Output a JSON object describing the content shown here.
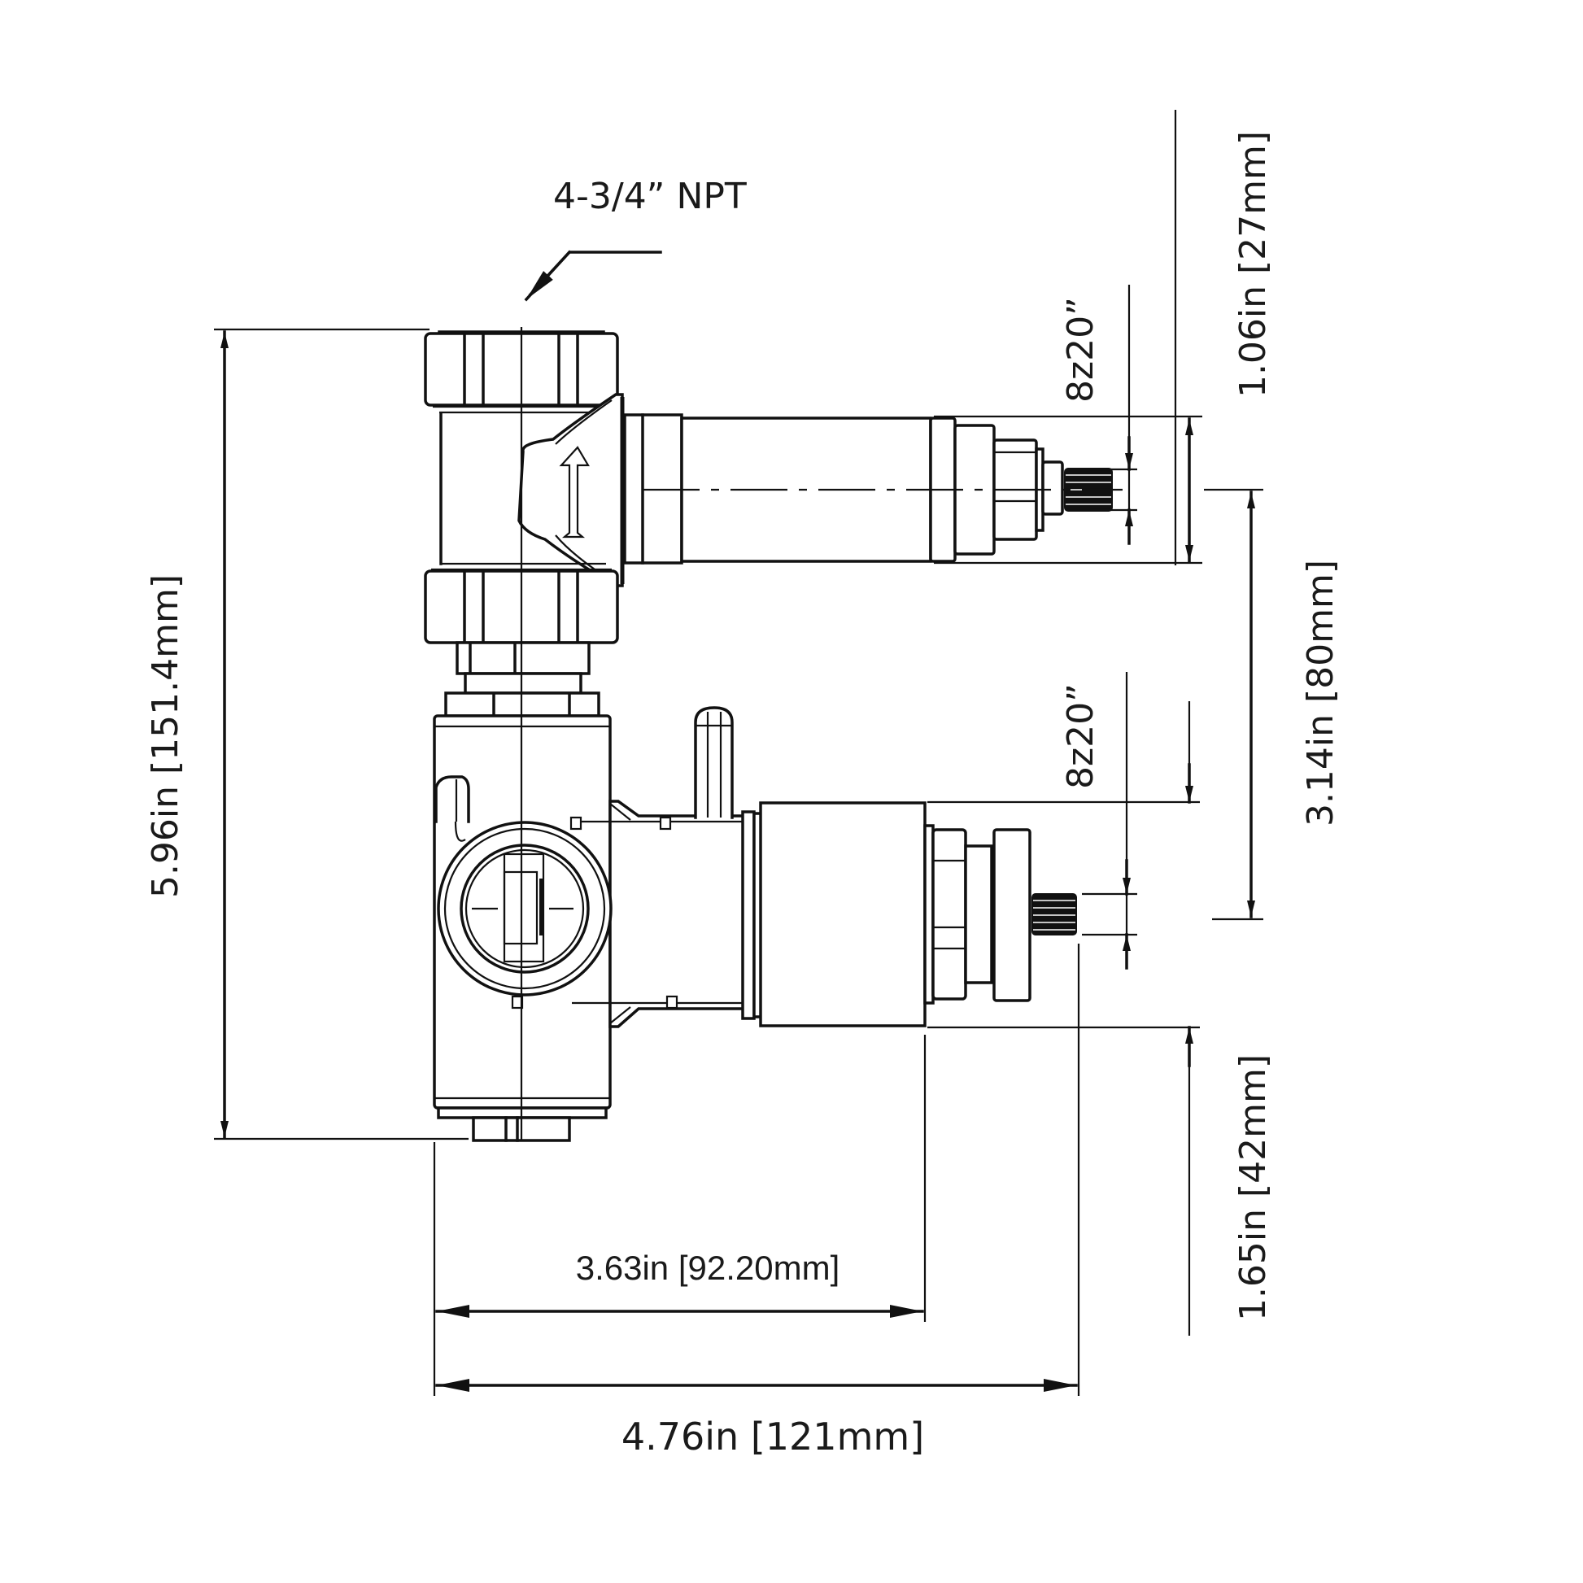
{
  "drawing": {
    "title": "Valve body dimensional drawing",
    "line_color": "#111111",
    "background": "#ffffff"
  },
  "annotations": {
    "npt_callout": "4-3/4” NPT",
    "thread_top": "8z20”",
    "thread_bottom": "8z20”"
  },
  "dimensions": {
    "overall_height": "5.96in [151.4mm]",
    "top_stem_offset": "1.06in [27mm]",
    "stem_spacing": "3.14in [80mm]",
    "bottom_stem_offset": "1.65in [42mm]",
    "body_depth": "3.63in [92.20mm]",
    "overall_depth": "4.76in [121mm]"
  },
  "markings": {
    "flow_arrow": "flow-direction-arrow"
  }
}
